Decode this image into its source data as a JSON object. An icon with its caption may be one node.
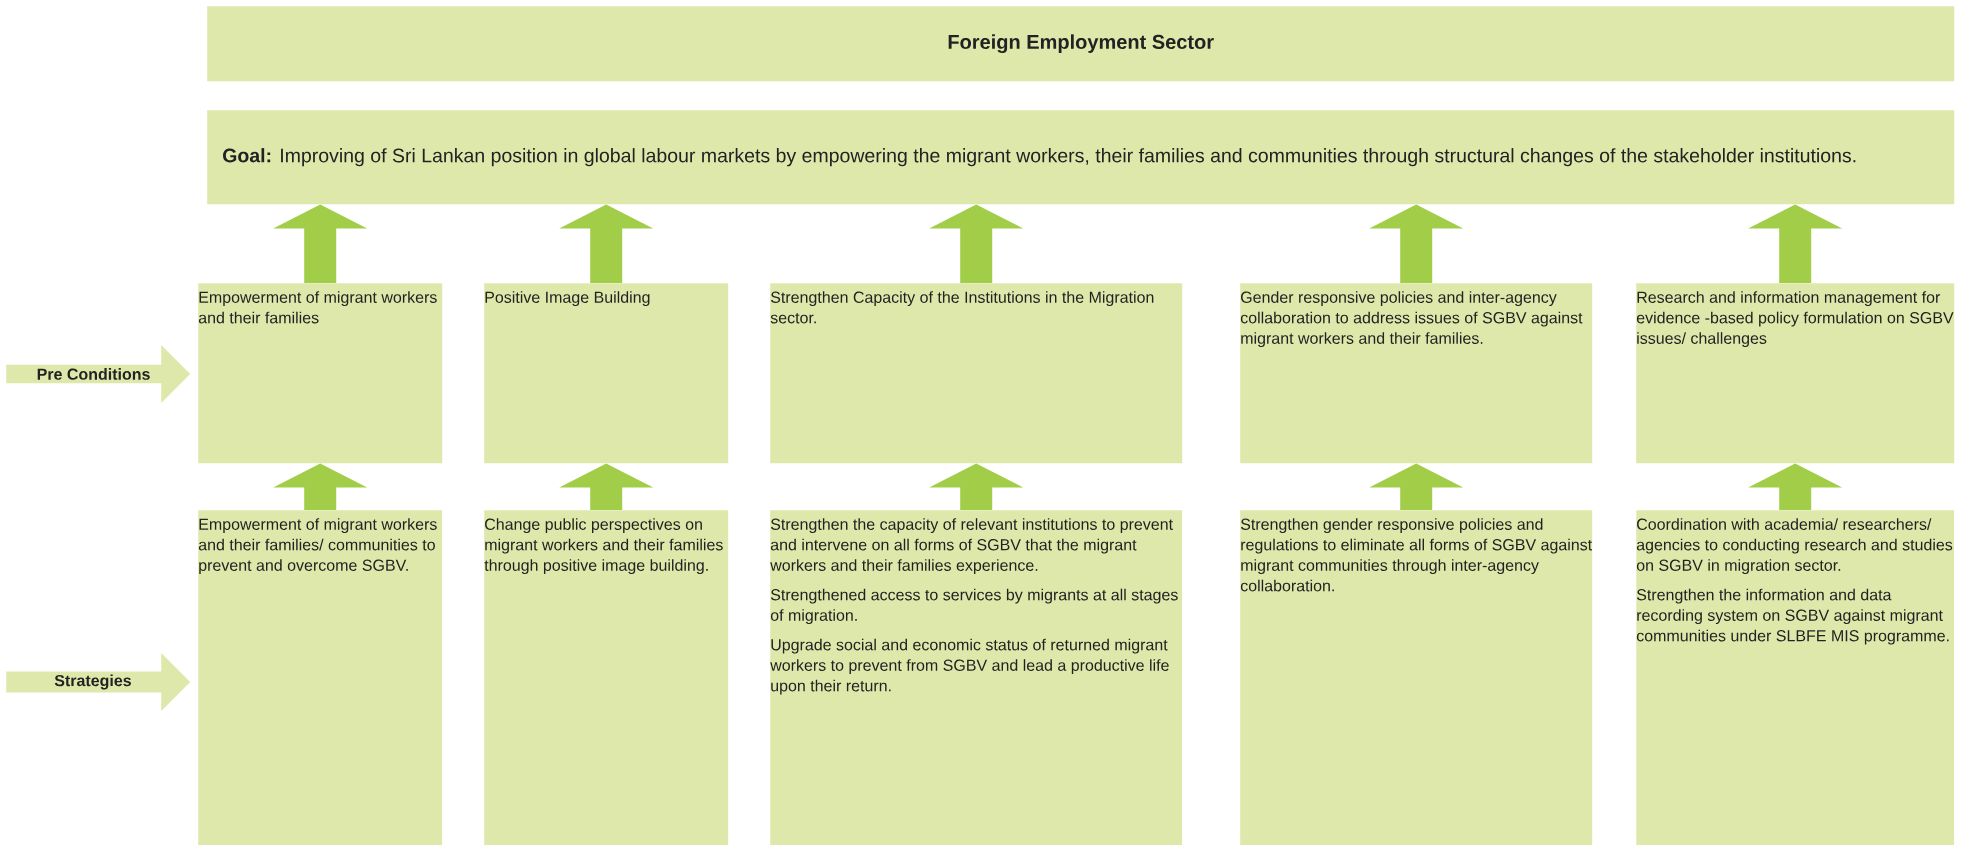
{
  "diagram": {
    "nodes": [
      {
        "text": [
          "Foreign Employment Sector"
        ]
      },
      {
        "text": [
          "**Goal:** Improving of Sri Lankan position in global labour markets by empowering the migrant workers, their families and communities through structural changes of the stakeholder institutions."
        ]
      },
      {
        "text": [
          "Pre Conditions"
        ]
      },
      {
        "text": [
          "Empowerment of migrant workers and their families"
        ]
      },
      {
        "text": [
          "Positive Image Building"
        ]
      },
      {
        "text": [
          "Strengthen Capacity of the Institutions in the Migration sector."
        ]
      },
      {
        "text": [
          "Gender responsive policies and inter-agency collaboration to address issues of SGBV against migrant workers and their families."
        ]
      },
      {
        "text": [
          "Research and information management for evidence -based policy formulation on SGBV issues/ challenges"
        ]
      },
      {
        "text": [
          "Strategies"
        ]
      },
      {
        "text": [
          "Empowerment of migrant workers and their families/ communities to prevent and overcome SGBV."
        ]
      },
      {
        "text": [
          "Change public perspectives on migrant workers and their families through positive image building."
        ]
      },
      {
        "text": [
          "Strengthen the capacity of relevant institutions to prevent and intervene on all forms of SGBV that the migrant workers and their families experience.",
          "Strengthened access to services by migrants at all stages of migration.",
          "Upgrade social and economic status of returned migrant workers to prevent from SGBV and lead a productive life upon their return."
        ]
      },
      {
        "text": [
          "Strengthen gender responsive policies and regulations to eliminate all forms of SGBV against migrant communities through inter-agency collaboration."
        ]
      },
      {
        "text": [
          "Coordination with academia/ researchers/ agencies to conducting research and studies on SGBV in migration sector.",
          "Strengthen the information and data recording system on SGBV against migrant communities under SLBFE MIS programme."
        ]
      }
    ],
    "edges": [
      {
        "from": 3,
        "to": 1,
        "arrow": "to"
      },
      {
        "from": 4,
        "to": 1,
        "arrow": "to"
      },
      {
        "from": 5,
        "to": 1,
        "arrow": "to"
      },
      {
        "from": 6,
        "to": 1,
        "arrow": "to"
      },
      {
        "from": 7,
        "to": 1,
        "arrow": "to"
      },
      {
        "from": 9,
        "to": 3,
        "arrow": "to"
      },
      {
        "from": 10,
        "to": 4,
        "arrow": "to"
      },
      {
        "from": 11,
        "to": 5,
        "arrow": "to"
      },
      {
        "from": 12,
        "to": 6,
        "arrow": "to"
      },
      {
        "from": 13,
        "to": 7,
        "arrow": "to"
      }
    ]
  }
}
